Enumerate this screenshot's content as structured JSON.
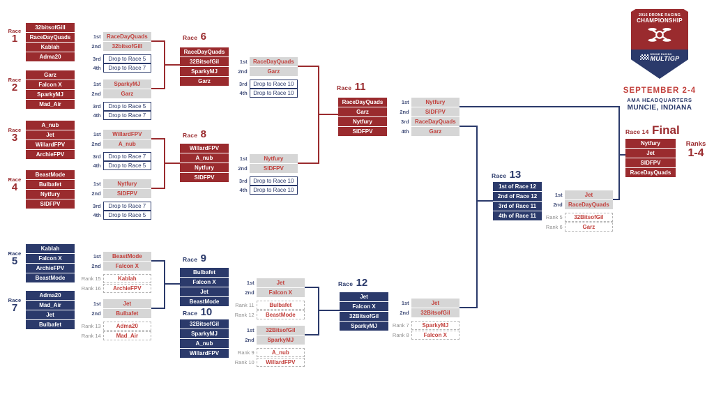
{
  "branding": {
    "badge_top": "2016 DRONE RACING",
    "badge_title": "CHAMPIONSHIP",
    "brand_small": "DRONE RACING",
    "brand_name": "MULTIGP",
    "date": "SEPTEMBER 2-4",
    "venue": "AMA HEADQUARTERS",
    "location": "MUNCIE, INDIANA"
  },
  "colors": {
    "bracket_red": "#9a2b2e",
    "bracket_navy": "#2b3a6b",
    "result_box_gray": "#d6d6d6",
    "result_text_red": "#c2403c",
    "rank_label_gray": "#8e8e8e"
  },
  "races": {
    "r1": {
      "word": "Race",
      "number": "1",
      "entries": [
        "32bitsofGill",
        "RaceDayQuads",
        "Kablah",
        "Adma20"
      ]
    },
    "r2": {
      "word": "Race",
      "number": "2",
      "entries": [
        "Garz",
        "Falcon X",
        "SparkyMJ",
        "Mad_Air"
      ]
    },
    "r3": {
      "word": "Race",
      "number": "3",
      "entries": [
        "A_nub",
        "Jet",
        "WillardFPV",
        "ArchieFPV"
      ]
    },
    "r4": {
      "word": "Race",
      "number": "4",
      "entries": [
        "BeastMode",
        "Bulbafet",
        "Nytfury",
        "SIDFPV"
      ]
    },
    "r5": {
      "word": "Race",
      "number": "5",
      "entries": [
        "Kablah",
        "Falcon X",
        "ArchieFPV",
        "BeastMode"
      ]
    },
    "r6": {
      "word": "Race",
      "number": "6",
      "entries": [
        "RaceDayQuads",
        "32BitsofGil",
        "SparkyMJ",
        "Garz"
      ]
    },
    "r7": {
      "word": "Race",
      "number": "7",
      "entries": [
        "Adma20",
        "Mad_Air",
        "Jet",
        "Bulbafet"
      ]
    },
    "r8": {
      "word": "Race",
      "number": "8",
      "entries": [
        "WillardFPV",
        "A_nub",
        "Nytfury",
        "SIDFPV"
      ]
    },
    "r9": {
      "word": "Race",
      "number": "9",
      "entries": [
        "Bulbafet",
        "Falcon X",
        "Jet",
        "BeastMode"
      ]
    },
    "r10": {
      "word": "Race",
      "number": "10",
      "entries": [
        "32BitsofGil",
        "SparkyMJ",
        "A_nub",
        "WillardFPV"
      ]
    },
    "r11": {
      "word": "Race",
      "number": "11",
      "entries": [
        "RaceDayQuads",
        "Garz",
        "Nytfury",
        "SIDFPV"
      ]
    },
    "r12": {
      "word": "Race",
      "number": "12",
      "entries": [
        "Jet",
        "Falcon X",
        "32BitsofGil",
        "SparkyMJ"
      ]
    },
    "r13": {
      "word": "Race",
      "number": "13",
      "entries": [
        "1st of Race 12",
        "2nd of Race 12",
        "3rd of Race 11",
        "4th of Race 11"
      ]
    },
    "r14": {
      "word": "Race 14",
      "number": "Final",
      "entries": [
        "Nytfury",
        "Jet",
        "SIDFPV",
        "RaceDayQuads"
      ],
      "ranks_label": "Ranks",
      "ranks_value": "1-4"
    }
  },
  "results": {
    "r1": [
      {
        "label": "1st",
        "name": "RaceDayQuads",
        "type": "win"
      },
      {
        "label": "2nd",
        "name": "32bitsofGill",
        "type": "win"
      },
      {
        "label": "3rd",
        "name": "Drop to Race 5",
        "type": "drop",
        "gap": true
      },
      {
        "label": "4th",
        "name": "Drop to Race 7",
        "type": "drop"
      }
    ],
    "r2": [
      {
        "label": "1st",
        "name": "SparkyMJ",
        "type": "win"
      },
      {
        "label": "2nd",
        "name": "Garz",
        "type": "win"
      },
      {
        "label": "3rd",
        "name": "Drop to Race 5",
        "type": "drop",
        "gap": true
      },
      {
        "label": "4th",
        "name": "Drop to Race 7",
        "type": "drop"
      }
    ],
    "r3": [
      {
        "label": "1st",
        "name": "WillardFPV",
        "type": "win"
      },
      {
        "label": "2nd",
        "name": "A_nub",
        "type": "win"
      },
      {
        "label": "3rd",
        "name": "Drop to Race 7",
        "type": "drop",
        "gap": true
      },
      {
        "label": "4th",
        "name": "Drop to Race 5",
        "type": "drop"
      }
    ],
    "r4": [
      {
        "label": "1st",
        "name": "Nytfury",
        "type": "win"
      },
      {
        "label": "2nd",
        "name": "SIDFPV",
        "type": "win"
      },
      {
        "label": "3rd",
        "name": "Drop to Race 7",
        "type": "drop",
        "gap": true
      },
      {
        "label": "4th",
        "name": "Drop to Race 5",
        "type": "drop"
      }
    ],
    "r5": [
      {
        "label": "1st",
        "name": "BeastMode",
        "type": "win"
      },
      {
        "label": "2nd",
        "name": "Falcon X",
        "type": "win"
      },
      {
        "label": "Rank 15",
        "name": "Kablah",
        "type": "rank",
        "gap": true
      },
      {
        "label": "Rank 16",
        "name": "ArchieFPV",
        "type": "rank"
      }
    ],
    "r6": [
      {
        "label": "1st",
        "name": "RaceDayQuads",
        "type": "win"
      },
      {
        "label": "2nd",
        "name": "Garz",
        "type": "win"
      },
      {
        "label": "3rd",
        "name": "Drop to Race 10",
        "type": "drop",
        "gap": true
      },
      {
        "label": "4th",
        "name": "Drop to Race 10",
        "type": "drop"
      }
    ],
    "r7": [
      {
        "label": "1st",
        "name": "Jet",
        "type": "win"
      },
      {
        "label": "2nd",
        "name": "Bulbafet",
        "type": "win"
      },
      {
        "label": "Rank 13",
        "name": "Adma20",
        "type": "rank",
        "gap": true
      },
      {
        "label": "Rank 14",
        "name": "Mad_Air",
        "type": "rank"
      }
    ],
    "r8": [
      {
        "label": "1st",
        "name": "Nytfury",
        "type": "win"
      },
      {
        "label": "2nd",
        "name": "SIDFPV",
        "type": "win"
      },
      {
        "label": "3rd",
        "name": "Drop to Race 10",
        "type": "drop",
        "gap": true
      },
      {
        "label": "4th",
        "name": "Drop to Race 10",
        "type": "drop"
      }
    ],
    "r9": [
      {
        "label": "1st",
        "name": "Jet",
        "type": "win"
      },
      {
        "label": "2nd",
        "name": "Falcon X",
        "type": "win"
      },
      {
        "label": "Rank 11",
        "name": "Bulbafet",
        "type": "rank",
        "gap": true
      },
      {
        "label": "Rank 12",
        "name": "BeastMode",
        "type": "rank"
      }
    ],
    "r10": [
      {
        "label": "1st",
        "name": "32BitsofGil",
        "type": "win"
      },
      {
        "label": "2nd",
        "name": "SparkyMJ",
        "type": "win"
      },
      {
        "label": "Rank 9",
        "name": "A_nub",
        "type": "rank",
        "gap": true
      },
      {
        "label": "Rank 10",
        "name": "WillardFPV",
        "type": "rank"
      }
    ],
    "r11": [
      {
        "label": "1st",
        "name": "Nytfury",
        "type": "win"
      },
      {
        "label": "2nd",
        "name": "SIDFPV",
        "type": "win"
      },
      {
        "label": "3rd",
        "name": "RaceDayQuads",
        "type": "win"
      },
      {
        "label": "4th",
        "name": "Garz",
        "type": "win"
      }
    ],
    "r12": [
      {
        "label": "1st",
        "name": "Jet",
        "type": "win"
      },
      {
        "label": "2nd",
        "name": "32BitsofGil",
        "type": "win"
      },
      {
        "label": "Rank 7",
        "name": "SparkyMJ",
        "type": "rank",
        "gap": true
      },
      {
        "label": "Rank 8",
        "name": "Falcon X",
        "type": "rank"
      }
    ],
    "r13": [
      {
        "label": "1st",
        "name": "Jet",
        "type": "win"
      },
      {
        "label": "2nd",
        "name": "RaceDayQuads",
        "type": "win"
      },
      {
        "label": "Rank 5",
        "name": "32BitsofGil",
        "type": "rank",
        "gap": true
      },
      {
        "label": "Rank 6",
        "name": "Garz",
        "type": "rank"
      }
    ]
  }
}
